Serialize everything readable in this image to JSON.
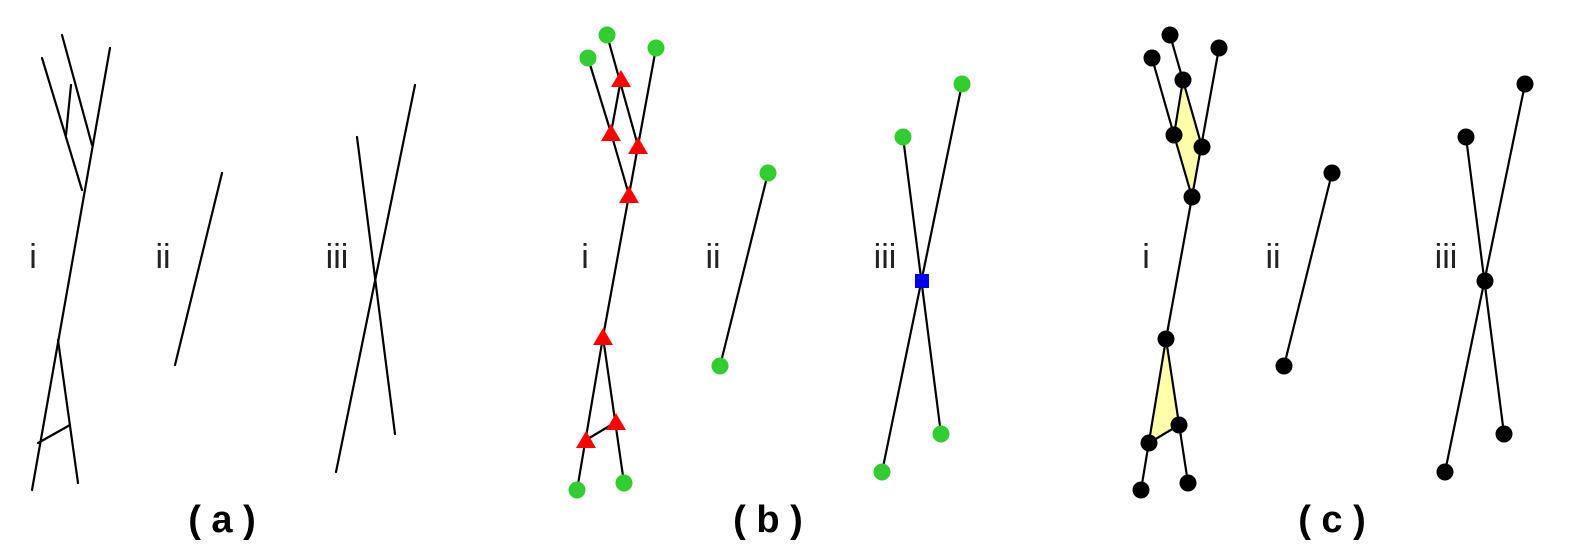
{
  "panels": [
    {
      "label": "( a )",
      "sub": [
        "i",
        "ii",
        "iii"
      ]
    },
    {
      "label": "( b )",
      "sub": [
        "i",
        "ii",
        "iii"
      ]
    },
    {
      "label": "( c )",
      "sub": [
        "i",
        "ii",
        "iii"
      ]
    }
  ],
  "colors": {
    "line": "#000000",
    "endpoint_green": "#33cc33",
    "junction_red": "#ff0000",
    "crossing_blue": "#0000ee",
    "node_black": "#000000",
    "cycle_fill": "#ffffaa"
  },
  "marker_shapes": {
    "endpoint": "circle",
    "junction": "triangle",
    "crossing": "square",
    "node": "circle"
  }
}
